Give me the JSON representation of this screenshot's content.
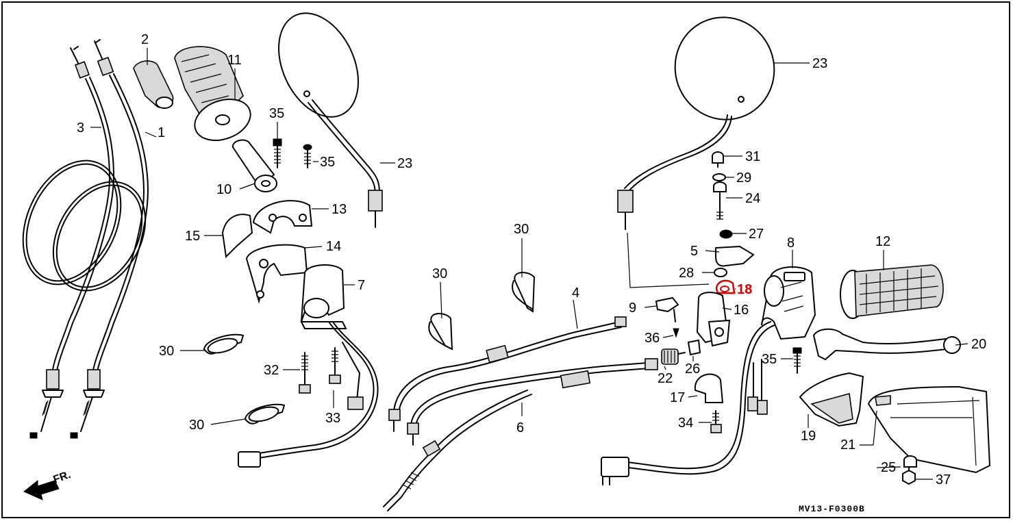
{
  "diagram": {
    "diagram_code": "MV13-F0300B",
    "front_indicator": "FR.",
    "highlight_color": "#e00000",
    "highlighted_part": "18",
    "callouts": [
      {
        "id": "c1",
        "label": "1"
      },
      {
        "id": "c2",
        "label": "2"
      },
      {
        "id": "c3",
        "label": "3"
      },
      {
        "id": "c4",
        "label": "4"
      },
      {
        "id": "c5",
        "label": "5"
      },
      {
        "id": "c6",
        "label": "6"
      },
      {
        "id": "c7",
        "label": "7"
      },
      {
        "id": "c8",
        "label": "8"
      },
      {
        "id": "c9",
        "label": "9"
      },
      {
        "id": "c10",
        "label": "10"
      },
      {
        "id": "c11",
        "label": "11"
      },
      {
        "id": "c12",
        "label": "12"
      },
      {
        "id": "c13",
        "label": "13"
      },
      {
        "id": "c14",
        "label": "14"
      },
      {
        "id": "c15",
        "label": "15"
      },
      {
        "id": "c16",
        "label": "16"
      },
      {
        "id": "c17",
        "label": "17"
      },
      {
        "id": "c18",
        "label": "18"
      },
      {
        "id": "c19",
        "label": "19"
      },
      {
        "id": "c20",
        "label": "20"
      },
      {
        "id": "c21",
        "label": "21"
      },
      {
        "id": "c22",
        "label": "22"
      },
      {
        "id": "c23a",
        "label": "23"
      },
      {
        "id": "c23b",
        "label": "23"
      },
      {
        "id": "c24",
        "label": "24"
      },
      {
        "id": "c25",
        "label": "25"
      },
      {
        "id": "c26",
        "label": "26"
      },
      {
        "id": "c27",
        "label": "27"
      },
      {
        "id": "c28",
        "label": "28"
      },
      {
        "id": "c29",
        "label": "29"
      },
      {
        "id": "c30a",
        "label": "30"
      },
      {
        "id": "c30b",
        "label": "30"
      },
      {
        "id": "c30c",
        "label": "30"
      },
      {
        "id": "c30d",
        "label": "30"
      },
      {
        "id": "c31",
        "label": "31"
      },
      {
        "id": "c32",
        "label": "32"
      },
      {
        "id": "c33",
        "label": "33"
      },
      {
        "id": "c34",
        "label": "34"
      },
      {
        "id": "c35a",
        "label": "35"
      },
      {
        "id": "c35b",
        "label": "35"
      },
      {
        "id": "c35c",
        "label": "35"
      },
      {
        "id": "c36",
        "label": "36"
      },
      {
        "id": "c37",
        "label": "37"
      }
    ]
  }
}
